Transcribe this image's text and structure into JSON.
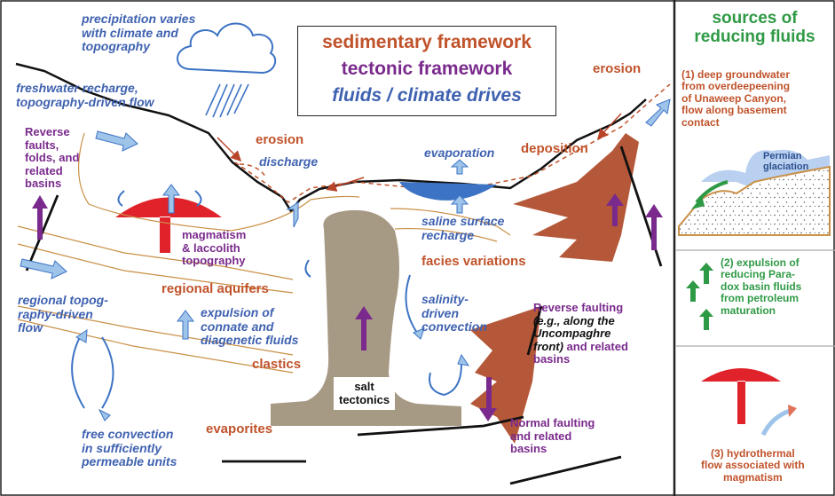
{
  "legend": {
    "line1": "sedimentary framework",
    "line2": "tectonic framework",
    "line3": "fluids / climate drives"
  },
  "labels": {
    "precipitation": "precipitation varies\nwith climate and\ntopography",
    "freshwater": "freshwater recharge,\ntopography-driven flow",
    "reverse_faults": "Reverse\nfaults,\nfolds, and\nrelated\nbasins",
    "erosion_mid": "erosion",
    "discharge": "discharge",
    "evaporation": "evaporation",
    "erosion_right": "erosion",
    "deposition": "deposition",
    "saline": "saline surface\nrecharge",
    "magmatism": "magmatism\n& laccolith\ntopography",
    "facies": "facies variations",
    "regional_aquifers": "regional aquifers",
    "regional_flow": "regional topog-\nraphy-driven\nflow",
    "expulsion": "expulsion of\nconnate and\ndiagenetic fluids",
    "salinity": "salinity-\ndriven\nconvection",
    "reverse_faulting_a": "Reverse faulting",
    "reverse_faulting_b": "(e.g., along the\nUncompaghre\nfront)",
    "reverse_faulting_c": " and related\nbasins",
    "clastics": "clastics",
    "salt": "salt\ntectonics",
    "evaporites": "evaporites",
    "free_convection": "free convection\nin sufficiently\npermeable units",
    "normal_faulting": "Normal faulting\nand related\nbasins"
  },
  "sidebar": {
    "title": "sources of\nreducing fluids",
    "source1": "(1) deep groundwater\nfrom overdeepeening\nof Unaweep Canyon,\nflow along basement\ncontact",
    "permian": "Permian\nglaciation",
    "source2": "(2) expulsion of\nreducing Para-\ndox basin fluids\nfrom petroleum\nmaturation",
    "source3": "(3) hydrothermal\nflow associated with\nmagmatism"
  },
  "colors": {
    "blue_text": "#3f62b0",
    "brown_text": "#c0532b",
    "purple": "#7a2a8c",
    "green": "#2f9a45",
    "salt": "#a79a85",
    "sediment_wedge": "#b5583a",
    "magma": "#e0222a",
    "arrow_fill": "#9ec4ea",
    "water": "#3d73c4"
  },
  "icons": [
    "cloud-icon",
    "rain-icon",
    "flow-arrow-icon",
    "circulation-arrow-icon",
    "uplift-arrow-icon",
    "laccolith-icon"
  ]
}
